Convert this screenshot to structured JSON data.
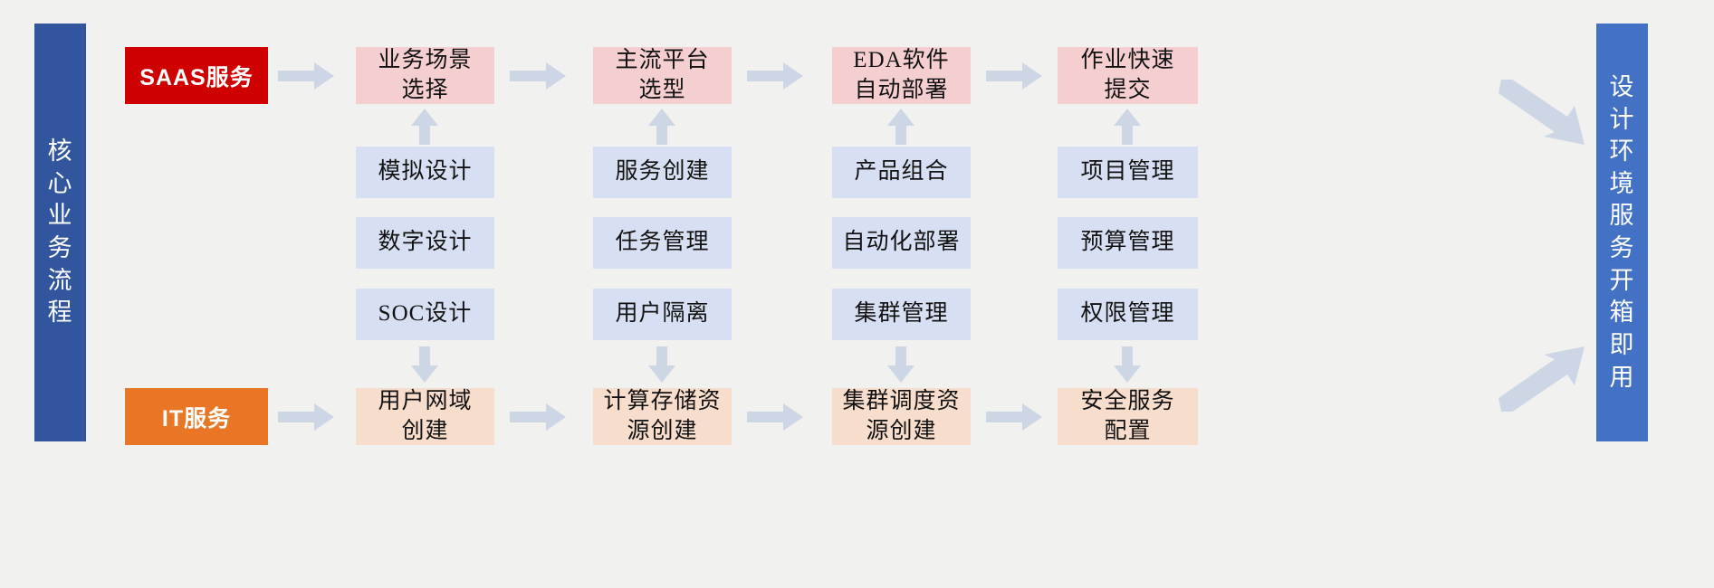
{
  "banners": {
    "left": {
      "text": "核心业务流程",
      "color": "#31569d"
    },
    "right": {
      "text": "设计环境服务开箱即用",
      "color": "#4372c4"
    }
  },
  "tags": [
    {
      "label": "SAAS服务",
      "color": "#ce0000"
    },
    {
      "label": "IT服务",
      "color": "#e87624"
    }
  ],
  "rows": {
    "saas": {
      "color": "#f5cfcf",
      "boxes": [
        {
          "line1": "业务场景",
          "line2": "选择"
        },
        {
          "line1": "主流平台",
          "line2": "选型"
        },
        {
          "line1": "EDA软件",
          "line2": "自动部署"
        },
        {
          "line1": "作业快速",
          "line2": "提交"
        }
      ]
    },
    "mid1": {
      "color": "#d6e0f2",
      "boxes": [
        {
          "label": "模拟设计"
        },
        {
          "label": "服务创建"
        },
        {
          "label": "产品组合"
        },
        {
          "label": "项目管理"
        }
      ]
    },
    "mid2": {
      "color": "#d6e0f2",
      "boxes": [
        {
          "label": "数字设计"
        },
        {
          "label": "任务管理"
        },
        {
          "label": "自动化部署"
        },
        {
          "label": "预算管理"
        }
      ]
    },
    "mid3": {
      "color": "#d6e0f2",
      "boxes": [
        {
          "label": "SOC设计"
        },
        {
          "label": "用户隔离"
        },
        {
          "label": "集群管理"
        },
        {
          "label": "权限管理"
        }
      ]
    },
    "it": {
      "color": "#f7ddcb",
      "boxes": [
        {
          "line1": "用户网域",
          "line2": "创建"
        },
        {
          "line1": "计算存储资",
          "line2": "源创建"
        },
        {
          "line1": "集群调度资",
          "line2": "源创建"
        },
        {
          "line1": "安全服务",
          "line2": "配置"
        }
      ]
    }
  },
  "arrows": {
    "color": "#ccd6e4",
    "horizontal_count": 8,
    "vertical_up_count": 4,
    "vertical_down_count": 4,
    "diagonal_count": 2
  }
}
